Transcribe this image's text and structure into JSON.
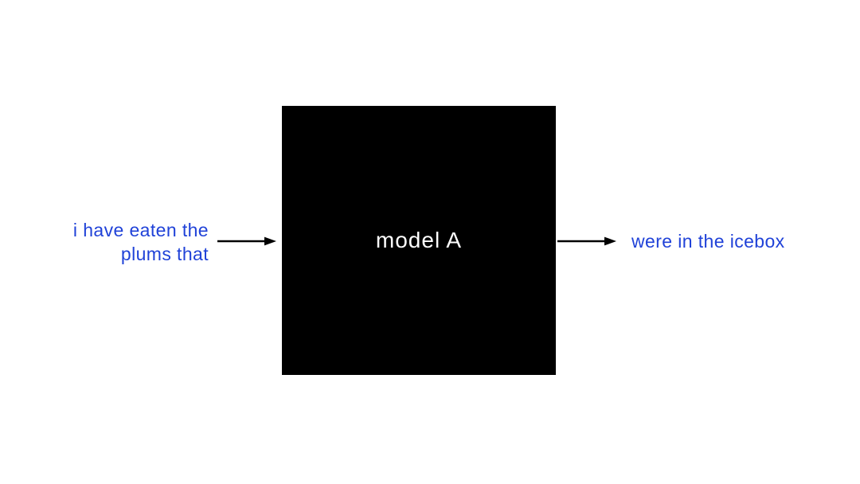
{
  "diagram": {
    "input_text": "i have eaten the\nplums that",
    "model_label": "model A",
    "output_text": "were in the icebox",
    "colors": {
      "text_blue": "#2042d8",
      "box_black": "#000000",
      "background": "#ffffff"
    }
  }
}
